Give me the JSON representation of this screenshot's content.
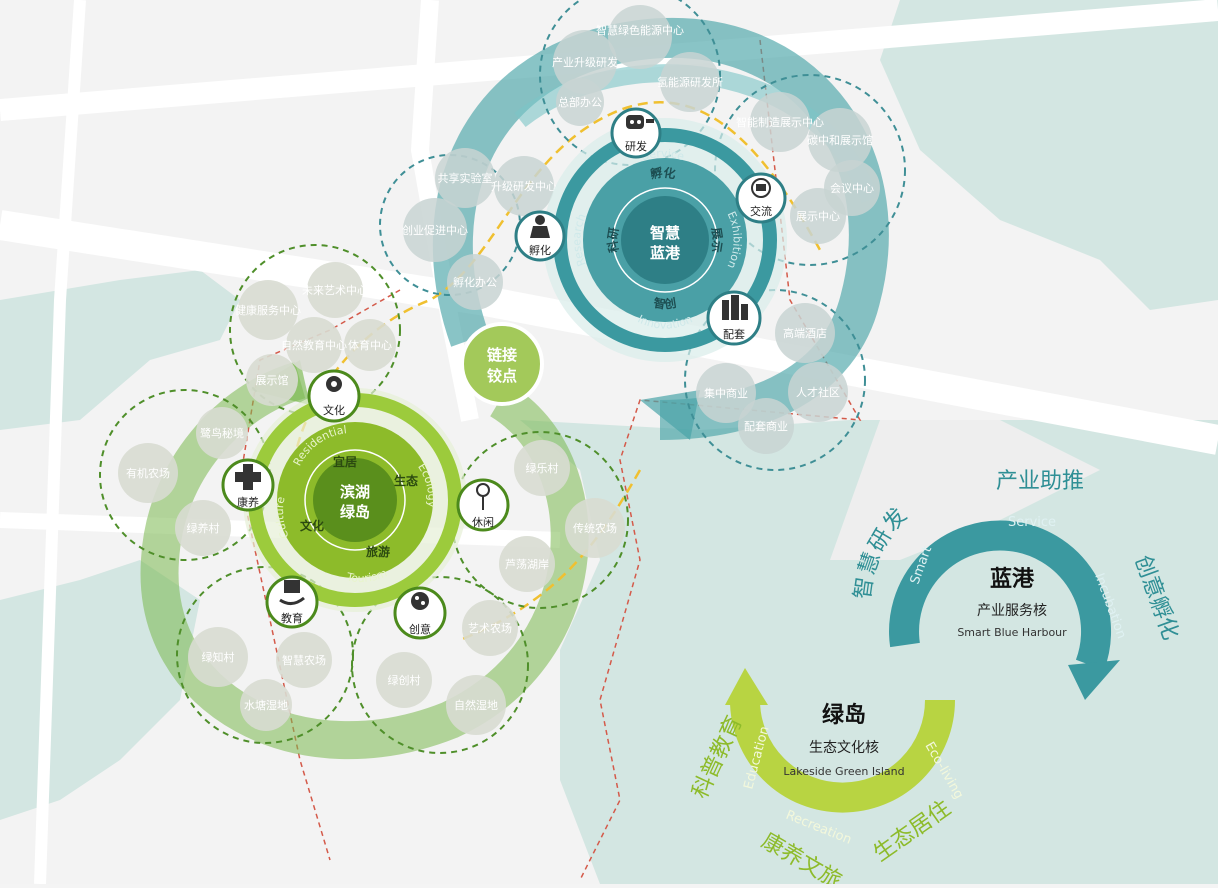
{
  "colors": {
    "teal": "#2f8f95",
    "teal_light": "#7bc0c4",
    "green": "#8dbb2a",
    "green_light": "#c4dd6a",
    "dark_green": "#4c8a1c",
    "water": "#cfe3e0",
    "road": "#ffffff",
    "bubble": "#cfd5cf"
  },
  "blue_harbour": {
    "title": "智慧蓝港",
    "ring_cn": {
      "service": "孵化",
      "exhibition": "展示",
      "innovation": "智创",
      "research": "科研"
    },
    "ring_en": {
      "service": "Service",
      "exhibition": "Exhibition",
      "innovation": "Innovation",
      "research": "Research"
    },
    "nodes": {
      "research": "研发",
      "exchange": "交流",
      "support": "配套",
      "incubate": "孵化"
    },
    "bubbles": [
      "智慧绿色能源中心",
      "产业升级研发",
      "氢能源研发所",
      "总部办公",
      "智能制造展示中心",
      "碳中和展示馆",
      "会议中心",
      "展示中心",
      "共享实验室",
      "升级研发中心",
      "创业促进中心",
      "孵化办公",
      "高端酒店",
      "集中商业",
      "人才社区",
      "配套商业"
    ]
  },
  "link_point": "链接铰点",
  "green_island": {
    "title": "滨湖绿岛",
    "ring_cn": {
      "residential": "宜居",
      "ecology": "生态",
      "tourism": "旅游",
      "culture": "文化"
    },
    "ring_en": {
      "residential": "Residential",
      "ecology": "Ecology",
      "tourism": "Tourism",
      "culture": "Culture"
    },
    "nodes": {
      "culture": "文化",
      "health": "康养",
      "leisure": "休闲",
      "education": "教育",
      "creative": "创意"
    },
    "bubbles": [
      "未来艺术中心",
      "健康服务中心",
      "自然教育中心",
      "体育中心",
      "展示馆",
      "鹭鸟秘境",
      "有机农场",
      "绿养村",
      "绿乐村",
      "传统农场",
      "芦荡湖岸",
      "艺术农场",
      "绿创村",
      "自然湿地",
      "绿知村",
      "智慧农场",
      "水塘湿地"
    ]
  },
  "legend_harbour": {
    "title": "蓝港",
    "subtitle": "产业服务核",
    "en": "Smart Blue Harbour",
    "arc_cn": [
      "智慧研发",
      "产业助推",
      "创意孵化"
    ],
    "arc_en": [
      "Smart",
      "Service",
      "Incubation"
    ]
  },
  "legend_island": {
    "title": "绿岛",
    "subtitle": "生态文化核",
    "en": "Lakeside Green Island",
    "arc_cn": [
      "科普教育",
      "康养文旅",
      "生态居住"
    ],
    "arc_en": [
      "Education",
      "Recreation",
      "Eco-living"
    ]
  }
}
